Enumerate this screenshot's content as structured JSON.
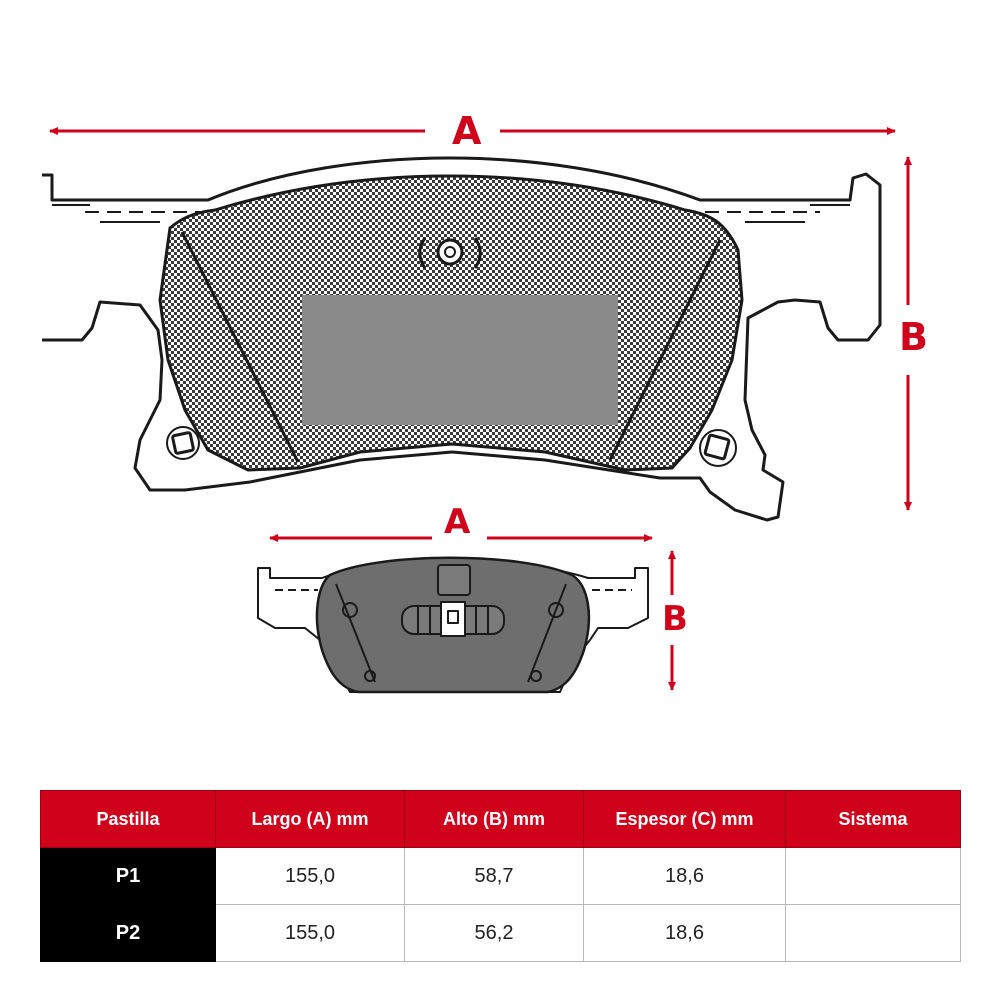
{
  "colors": {
    "accent": "#d0021b",
    "pad_pattern": "#3a3a3a",
    "pad_dark": "#6e6e6e",
    "label_plate": "#8a8a8a",
    "outline": "#1a1a1a"
  },
  "diagram": {
    "front_pad": {
      "width_label": "A",
      "height_label": "B",
      "icon": "brake-pad-front-icon"
    },
    "rear_pad": {
      "width_label": "A",
      "height_label": "B",
      "icon": "brake-pad-rear-icon"
    }
  },
  "table": {
    "headers": [
      "Pastilla",
      "Largo (A) mm",
      "Alto (B) mm",
      "Espesor (C) mm",
      "Sistema"
    ],
    "rows": [
      [
        "P1",
        "155,0",
        "58,7",
        "18,6",
        ""
      ],
      [
        "P2",
        "155,0",
        "56,2",
        "18,6",
        ""
      ]
    ]
  }
}
